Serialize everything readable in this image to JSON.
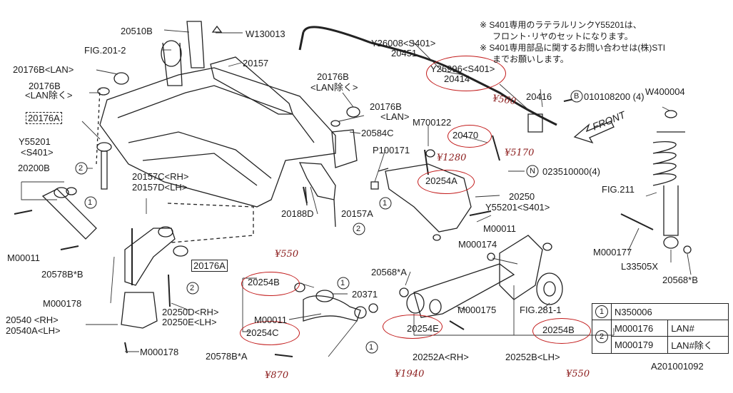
{
  "notes": {
    "line1": "※ S401専用のラテラルリンクY55201は、",
    "line2": "フロント･リヤのセットになります。",
    "line3": "※ S401専用部品に関するお問い合わせは(株)STI",
    "line4": "までお願いします。"
  },
  "labels": {
    "p20510b": "20510B",
    "w130013": "W130013",
    "fig201_2": "FIG.201-2",
    "p20157": "20157",
    "p20176b_lan": "20176B<LAN>",
    "p20176b_lanjo": "20176B",
    "p20176b_lanjo2": "<LAN除く>",
    "p20176a": "20176A",
    "y55201": "Y55201",
    "s401": "<S401>",
    "p20200b": "20200B",
    "m00011_l": "M00011",
    "p20578b_b": "20578B*B",
    "m000178_a": "M000178",
    "p20540": "20540 <RH>",
    "p20540a": "20540A<LH>",
    "m000178_b": "M000178",
    "p20157c": "20157C<RH>",
    "p20157d": "20157D<LH>",
    "p20176a_b": "20176A",
    "p20250d": "20250D<RH>",
    "p20250e": "20250E<LH>",
    "p20176b_c": "20176B",
    "p20176b_c2": "<LAN除く>",
    "p20176b_d": "20176B",
    "p20176b_d2": "<LAN>",
    "p20584c": "20584C",
    "m700122": "M700122",
    "p100171": "P100171",
    "p20188d": "20188D",
    "p20157a": "20157A",
    "y26008": "Y26008<S401>",
    "p20451": "20451",
    "y26996": "Y26996<S401>",
    "p20414": "20414",
    "p20416": "20416",
    "b_bolt": "010108200 (4)",
    "w400004": "W400004",
    "front": "FRONT",
    "p20470": "20470",
    "n023": "023510000(4)",
    "p20254a": "20254A",
    "p20250": "20250",
    "y55201_s401": "Y55201<S401>",
    "m00011_r": "M00011",
    "fig211": "FIG.211",
    "m000174": "M000174",
    "m000177": "M000177",
    "l33505x": "L33505X",
    "p20568b_b": "20568*B",
    "p20568b_a": "20568*A",
    "p20254b_l": "20254B",
    "p20371": "20371",
    "m00011_c": "M00011",
    "p20254c": "20254C",
    "p20578b_a": "20578B*A",
    "m000175": "M000175",
    "fig281_1": "FIG.281-1",
    "p20254e": "20254E",
    "p20254b_r": "20254B",
    "p20252a": "20252A<RH>",
    "p20252b": "20252B<LH>",
    "drawing_no": "A201001092"
  },
  "handwritten": {
    "h560": "¥560",
    "h1280": "¥1280",
    "h5170": "¥5170",
    "h550a": "¥550",
    "h870": "¥870",
    "h1940": "¥1940",
    "h550b": "¥550"
  },
  "legend": {
    "rows": [
      {
        "num": "1",
        "part": "N350006",
        "note": ""
      },
      {
        "num": "2",
        "part": "M000176",
        "note": "LAN#"
      },
      {
        "num": "",
        "part": "M000179",
        "note": "LAN#除く"
      }
    ]
  },
  "callout_numbers": {
    "one": "1",
    "two": "2",
    "b": "B",
    "n": "N"
  }
}
